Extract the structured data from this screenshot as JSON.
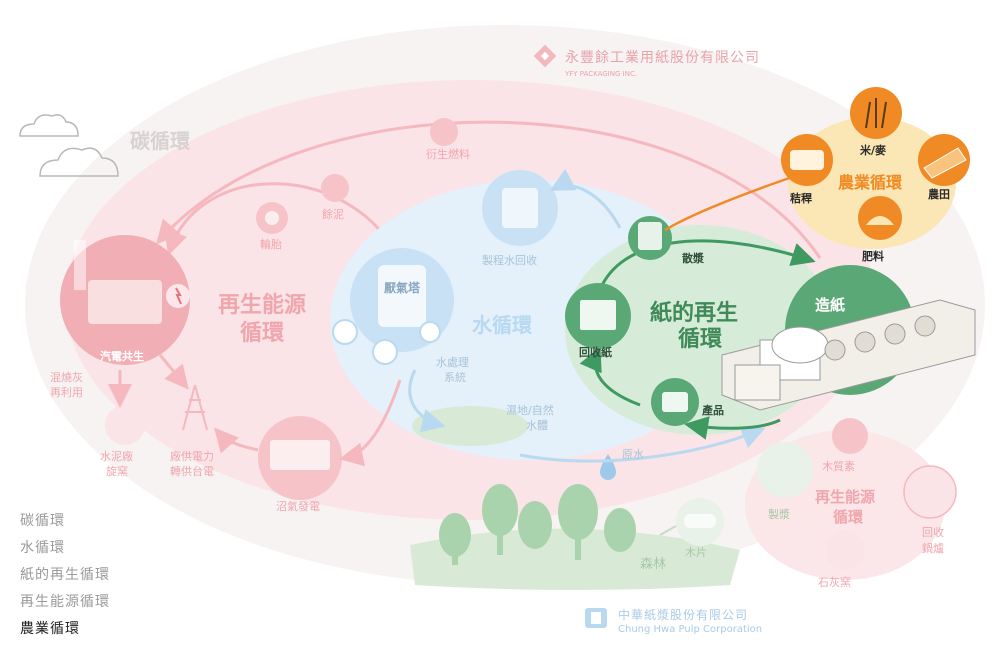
{
  "companies": {
    "yfy": {
      "name": "永豐餘工業用紙股份有限公司",
      "name_en": "YFY PACKAGING INC."
    },
    "chp": {
      "name": "中華紙漿股份有限公司",
      "name_en": "Chung Hwa Pulp Corporation"
    }
  },
  "cycles": {
    "carbon": "碳循環",
    "water": "水循環",
    "paper_line1": "紙的再生",
    "paper_line2": "循環",
    "energy_line1": "再生能源",
    "energy_line2": "循環",
    "energy_small_line1": "再生能源",
    "energy_small_line2": "循環",
    "agri": "農業循環"
  },
  "nodes": {
    "derived_fuel": "衍生燃料",
    "sludge": "餘泥",
    "tires": "輪胎",
    "cogeneration": "汽電共生",
    "ash_reuse_line1": "混燒灰",
    "ash_reuse_line2": "再利用",
    "cement_line1": "水泥廠",
    "cement_line2": "旋窯",
    "grid_line1": "廠供電力",
    "grid_line2": "轉供台電",
    "biogas_power": "沼氣發電",
    "anaerobic_tower": "厭氣塔",
    "wastewater_line1": "水處理",
    "wastewater_line2": "系統",
    "process_water": "製程水回收",
    "wetland_line1": "濕地/自然",
    "wetland_line2": "水體",
    "raw_water": "原水",
    "forest": "森林",
    "woodchip": "木片",
    "pulping": "製漿",
    "lignin": "木質素",
    "recovery_boiler_line1": "回收",
    "recovery_boiler_line2": "鍋爐",
    "lime_kiln": "石灰窯",
    "recovered_paper": "回收紙",
    "scattered_pulp": "散漿",
    "papermaking": "造紙",
    "product": "產品",
    "rice_wheat": "米/麥",
    "straw": "秸稈",
    "farmland": "農田",
    "fertilizer": "肥料"
  },
  "menu": {
    "items": [
      "碳循環",
      "水循環",
      "紙的再生循環",
      "再生能源循環",
      "農業循環"
    ],
    "active_index": 4
  },
  "colors": {
    "carbon_pink": "#f7cdd1",
    "water_blue": "#dcecf8",
    "paper_green": "#5aa876",
    "paper_green_light": "#d6ecd9",
    "energy_red": "#e7707c",
    "agri_orange": "#f08a24",
    "agri_yellow": "#fbe7b5",
    "faded_text": "#f0a6ad"
  }
}
